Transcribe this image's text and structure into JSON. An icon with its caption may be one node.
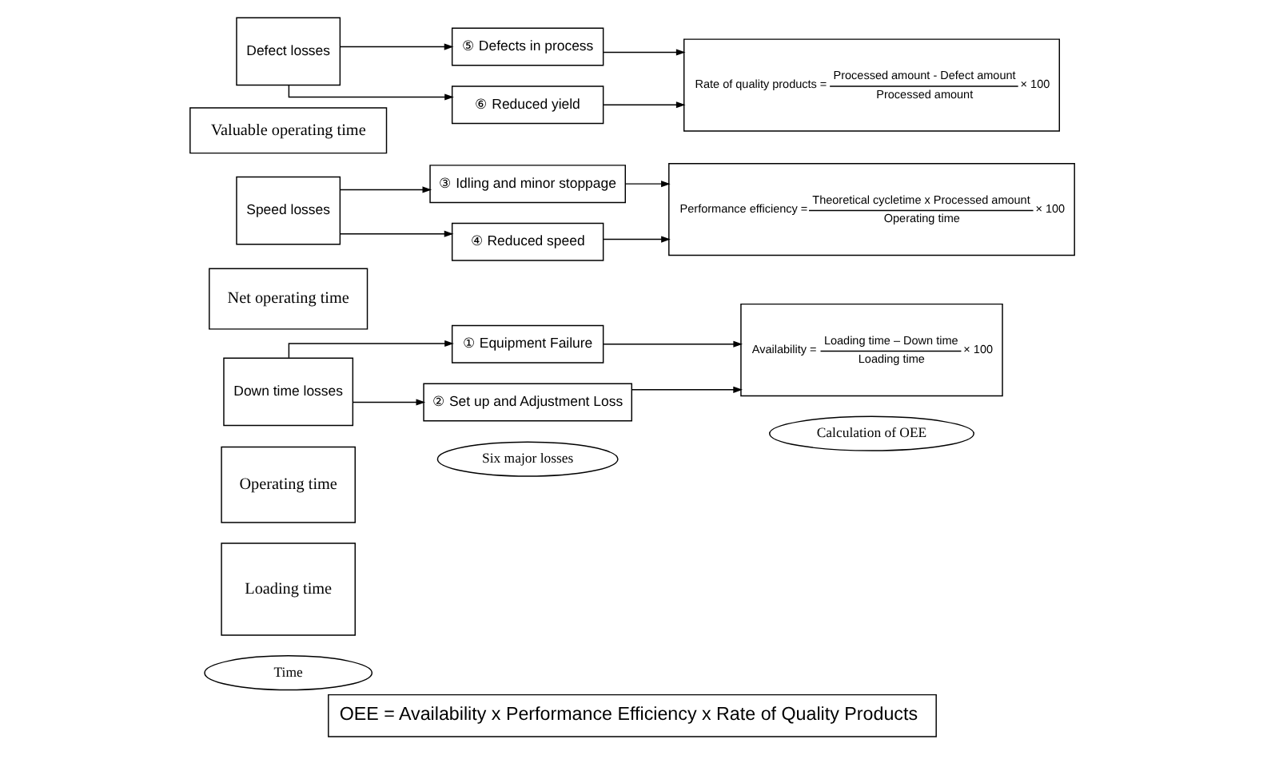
{
  "diagram": {
    "caption": "OEE = Availability x Performance Efficiency x Rate of Quality Products",
    "nodes": [
      {
        "text": [
          "Time"
        ]
      },
      {
        "text": [
          "Six major losses"
        ]
      },
      {
        "text": [
          "Calculation of OEE"
        ]
      },
      {
        "text": [
          "Loading time"
        ]
      },
      {
        "text": [
          "Operating time"
        ]
      },
      {
        "text": [
          "Down time losses"
        ]
      },
      {
        "text": [
          "Net operating time"
        ]
      },
      {
        "text": [
          "Speed losses"
        ]
      },
      {
        "text": [
          "Valuable operating time"
        ]
      },
      {
        "text": [
          "Defect losses"
        ]
      },
      {
        "text": [
          "① Equipment Failure"
        ]
      },
      {
        "text": [
          "② Set up and Adjustment Loss"
        ]
      },
      {
        "text": [
          "③ Idling and minor stoppage"
        ]
      },
      {
        "text": [
          "④ Reduced speed"
        ]
      },
      {
        "text": [
          "⑤ Defects in process"
        ]
      },
      {
        "text": [
          "⑥ Reduced yield"
        ]
      },
      {
        "text": [
          "Availability =",
          "Loading time – Down time",
          "Loading time",
          "× 100"
        ]
      },
      {
        "text": [
          "Performance efficiency =",
          "Theoretical cycletime x Processed amount",
          "Operating time",
          "× 100"
        ]
      },
      {
        "text": [
          "Rate of quality products =",
          "Processed amount - Defect amount",
          "Processed amount",
          "× 100"
        ]
      }
    ],
    "edges": [
      {
        "from": 5,
        "to": 10,
        "arrow": "to"
      },
      {
        "from": 5,
        "to": 11,
        "arrow": "to"
      },
      {
        "from": 7,
        "to": 12,
        "arrow": "to"
      },
      {
        "from": 7,
        "to": 13,
        "arrow": "to"
      },
      {
        "from": 9,
        "to": 14,
        "arrow": "to"
      },
      {
        "from": 9,
        "to": 15,
        "arrow": "to"
      },
      {
        "from": 10,
        "to": 16,
        "arrow": "to"
      },
      {
        "from": 11,
        "to": 16,
        "arrow": "to"
      },
      {
        "from": 12,
        "to": 17,
        "arrow": "to"
      },
      {
        "from": 13,
        "to": 17,
        "arrow": "to"
      },
      {
        "from": 14,
        "to": 18,
        "arrow": "to"
      },
      {
        "from": 15,
        "to": 18,
        "arrow": "to"
      }
    ]
  }
}
